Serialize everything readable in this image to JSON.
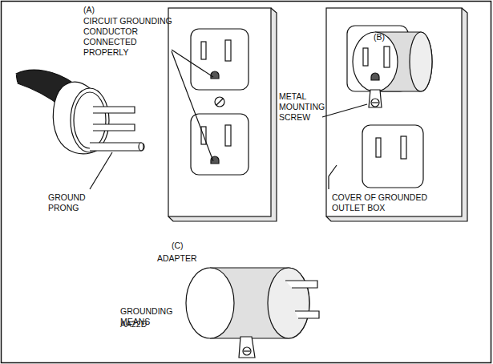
{
  "diagram": {
    "labels": [
      "(A)",
      "CIRCUIT GROUNDING CONDUCTOR CONNECTED PROPERLY",
      "GROUND PRONG",
      "(B)",
      "METAL MOUNTING SCREW",
      "COVER OF GROUNDED OUTLET BOX",
      "(C)",
      "ADAPTER",
      "GROUNDING MEANS",
      "AA22D"
    ]
  }
}
